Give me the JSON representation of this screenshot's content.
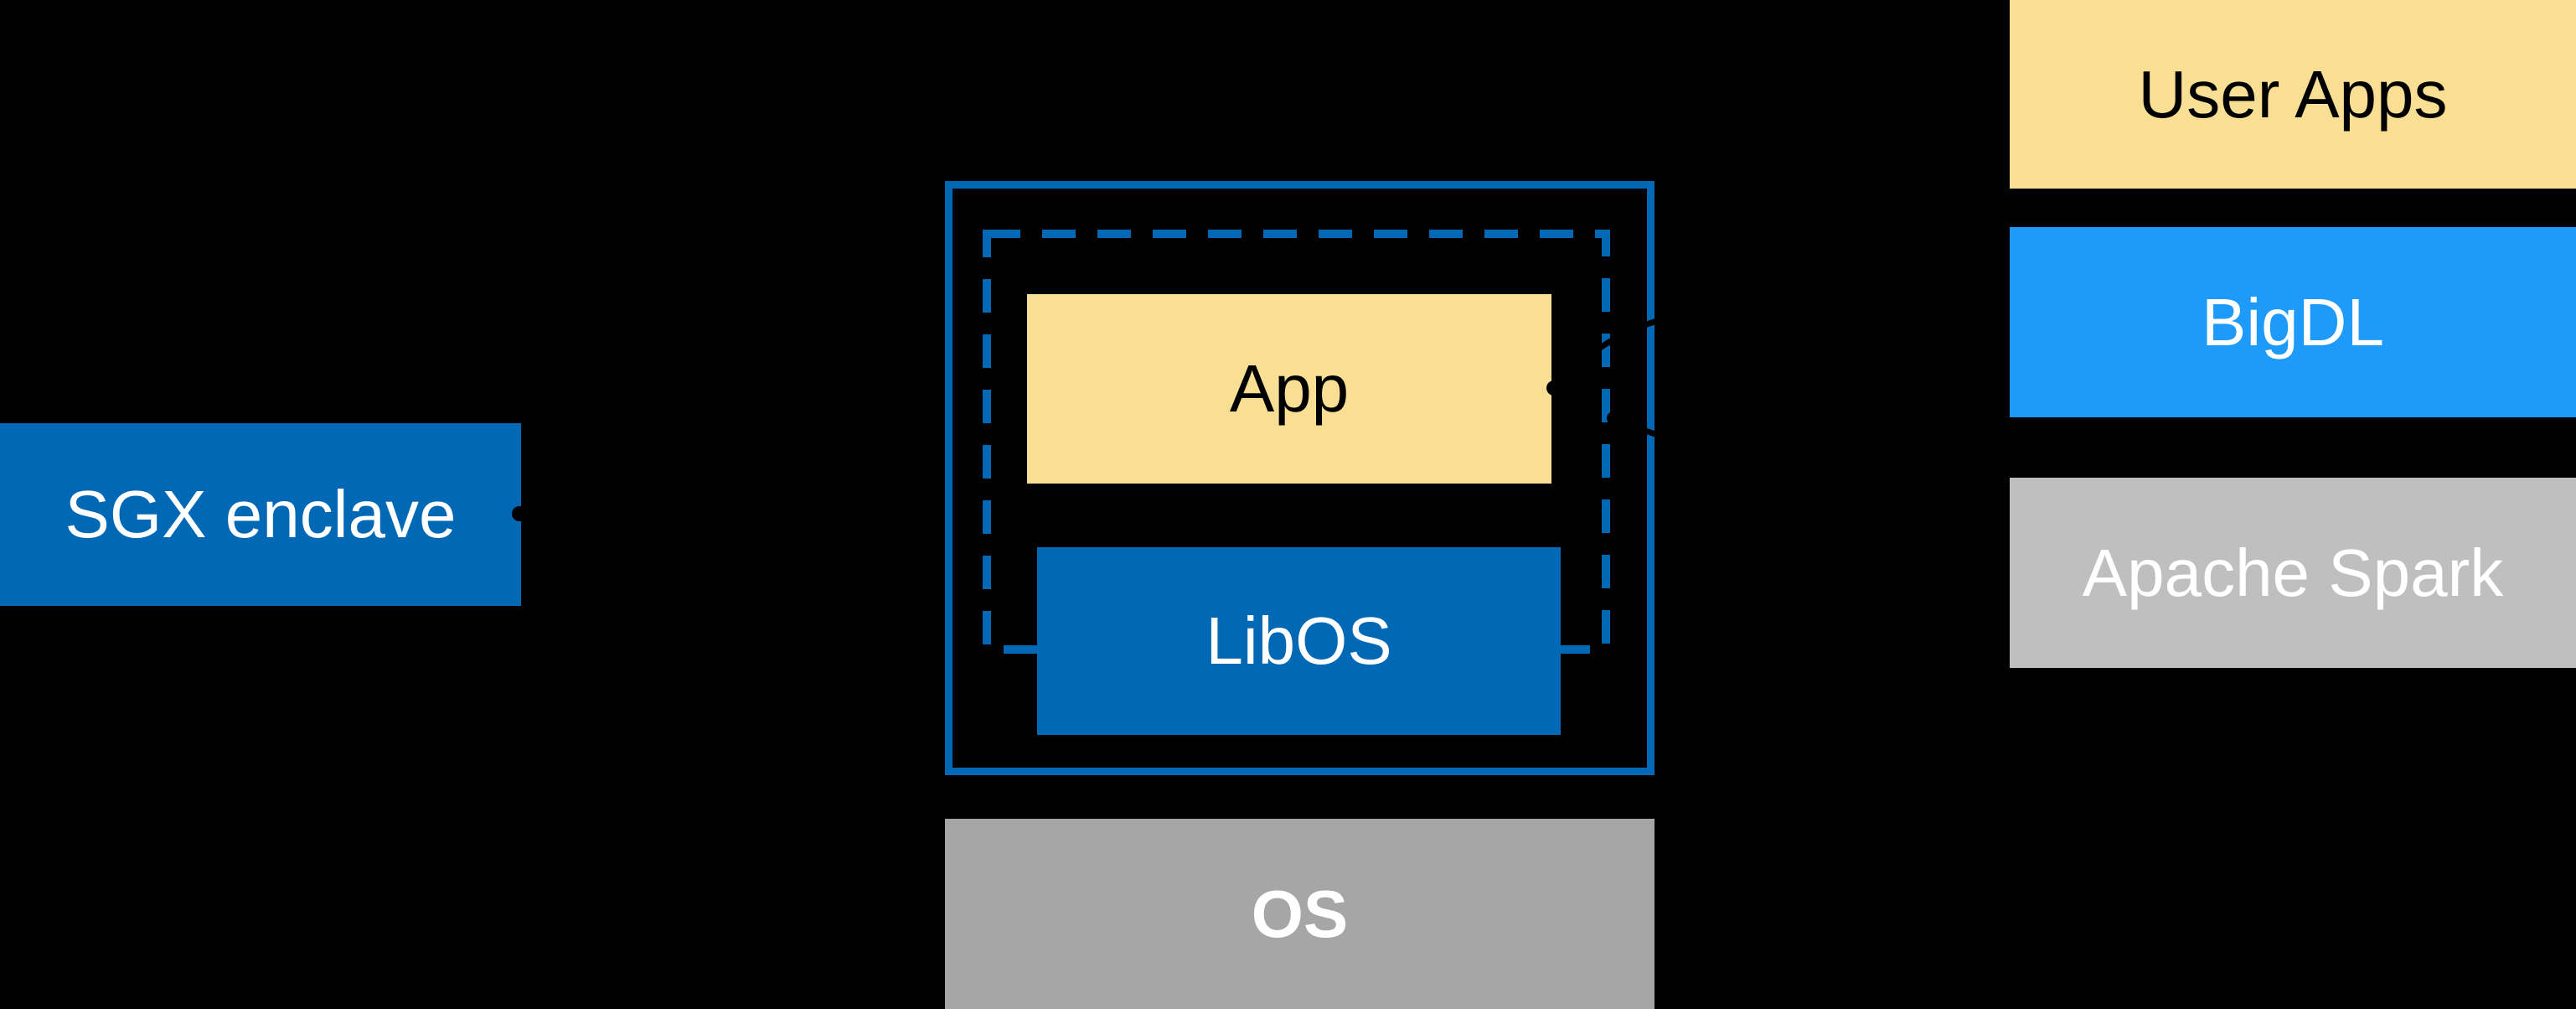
{
  "background_color": "#000000",
  "colors": {
    "intel_blue": "#0068B5",
    "bright_blue": "#1E9AFB",
    "yellow": "#F8DF93",
    "light_gray": "#BFBFBF",
    "medium_gray": "#A6A6A6",
    "connector_black": "#000000",
    "text_dark": "#000000",
    "text_light": "#FFFFFF"
  },
  "diagram": {
    "sgx": {
      "label": "SGX enclave"
    },
    "enclave_detail": {
      "app": {
        "label": "App"
      },
      "libos": {
        "label": "LibOS"
      }
    },
    "os": {
      "label": "OS"
    },
    "stack": {
      "user_apps": {
        "label": "User Apps"
      },
      "bigdl": {
        "label": "BigDL"
      },
      "apache_spark": {
        "label": "Apache Spark"
      }
    },
    "connectors": [
      {
        "name": "sgx-label-pointer"
      },
      {
        "name": "bigdl-to-app-pointer"
      },
      {
        "name": "spark-to-enclave-pointer"
      }
    ]
  }
}
